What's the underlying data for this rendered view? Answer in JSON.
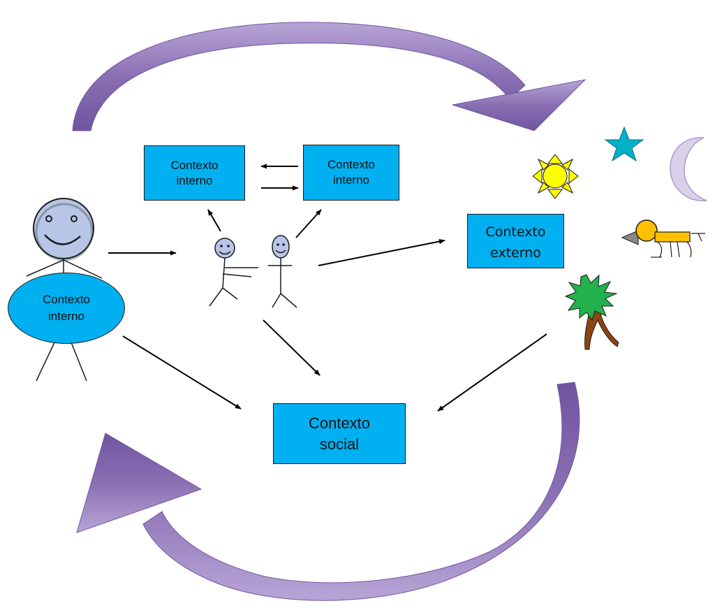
{
  "diagram": {
    "nodes": {
      "person_internal": {
        "line1": "Contexto",
        "line2": "interno"
      },
      "internal_left": {
        "line1": "Contexto",
        "line2": "interno"
      },
      "internal_right": {
        "line1": "Contexto",
        "line2": "interno"
      },
      "external": {
        "line1": "Contexto",
        "line2": "externo"
      },
      "social": {
        "line1": "Contexto",
        "line2": "social"
      }
    },
    "colors": {
      "box_fill": "#00b0f0",
      "face_fill": "#b7c6e6",
      "cycle_arrow": "#8a6fb3",
      "sun": "#ffff00",
      "star": "#00b0c8",
      "moon": "#d9d0ea",
      "tree_leaves": "#22b14c",
      "tree_trunk": "#8b4513",
      "bird": "#ffc000"
    },
    "icons": [
      "stick-figure",
      "sun-icon",
      "star-icon",
      "moon-icon",
      "bird-icon",
      "tree-icon",
      "cycle-arrow"
    ]
  }
}
